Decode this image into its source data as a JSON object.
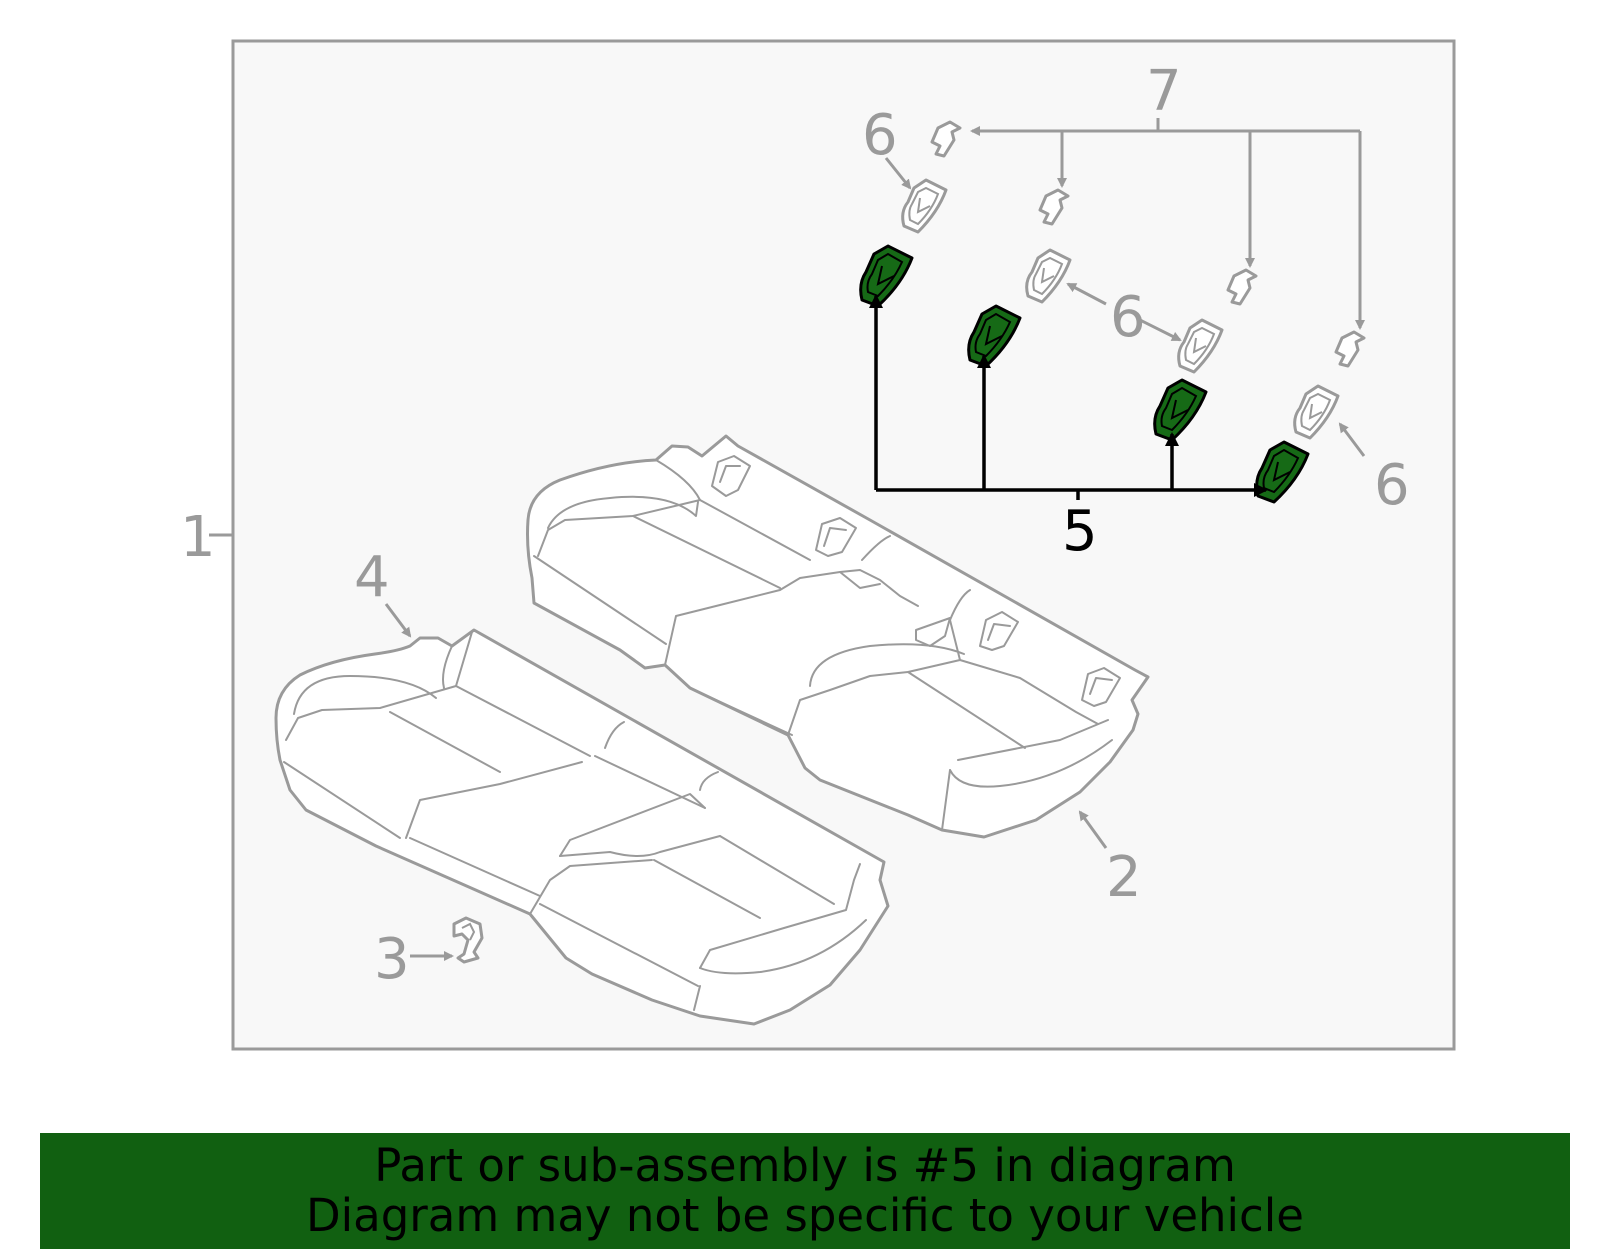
{
  "diagram": {
    "callouts": {
      "c1": "1",
      "c2": "2",
      "c3": "3",
      "c4": "4",
      "c5": "5",
      "c6a": "6",
      "c6b": "6",
      "c6c": "6",
      "c7": "7"
    },
    "highlighted_part": "5",
    "colors": {
      "frame": "#9a9a9a",
      "frame_fill": "#f8f8f8",
      "highlight_fill": "#166a16",
      "banner": "#116011",
      "leader_highlight": "#000000"
    }
  },
  "banner": {
    "line1": "Part or sub-assembly is #5 in diagram",
    "line2": "Diagram may not be specific to your vehicle"
  }
}
